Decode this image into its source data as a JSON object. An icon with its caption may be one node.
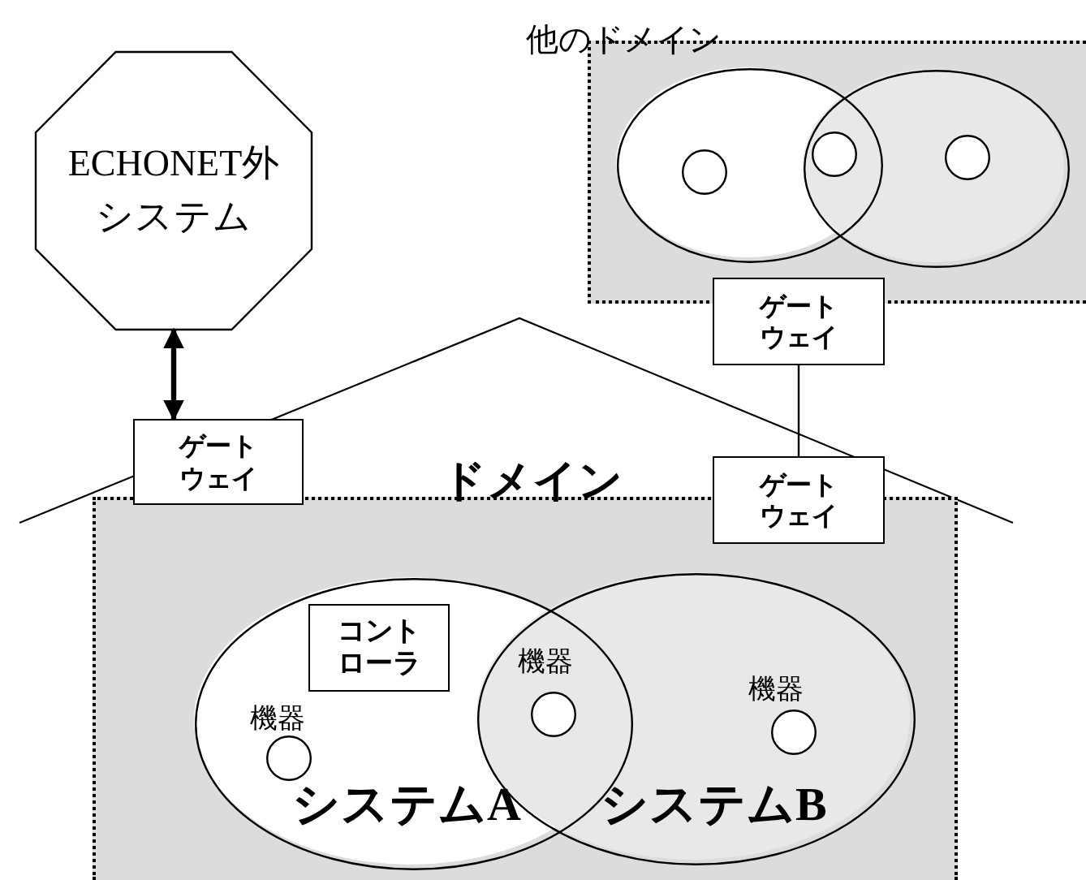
{
  "diagram": {
    "nodes": [
      {
        "text": [
          "ECHONET外システム"
        ]
      },
      {
        "text": [
          "ゲートウェイ"
        ]
      },
      {
        "text": [
          "他のドメイン"
        ]
      },
      {
        "text": [],
        "shape": "ellipse",
        "in": 2
      },
      {
        "text": [],
        "shape": "ellipse",
        "in": 2
      },
      {
        "text": [],
        "shape": "circle",
        "in": 3
      },
      {
        "text": [],
        "shape": "circle"
      },
      {
        "text": [],
        "shape": "circle",
        "in": 4
      },
      {
        "text": [
          "ゲートウェイ"
        ]
      },
      {
        "text": [
          "ゲートウェイ"
        ]
      },
      {
        "text": [
          "ドメイン"
        ]
      },
      {
        "text": [
          "システムA"
        ],
        "in": 10
      },
      {
        "text": [
          "システムB"
        ],
        "in": 10
      },
      {
        "text": [
          "コントローラ"
        ],
        "in": 11
      },
      {
        "text": [],
        "shape": "circle",
        "in": 11,
        "beside": [
          "機器"
        ]
      },
      {
        "text": [],
        "shape": "circle",
        "beside": [
          "機器"
        ]
      },
      {
        "text": [],
        "shape": "circle",
        "in": 12,
        "beside": [
          "機器"
        ]
      }
    ],
    "edges": [
      {
        "from": 0,
        "to": 1,
        "arrow": "both",
        "style": "thick"
      },
      {
        "from": 8,
        "to": 9,
        "arrow": "none"
      }
    ]
  }
}
